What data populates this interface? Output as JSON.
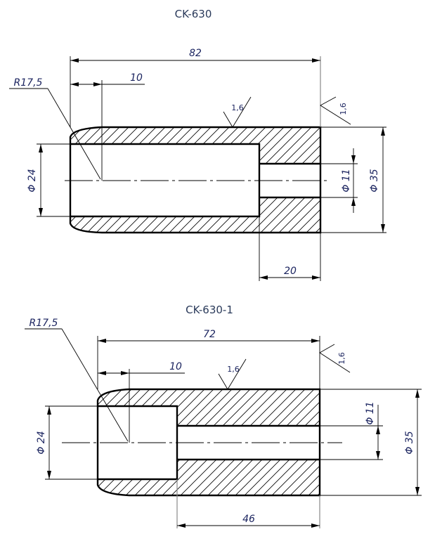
{
  "drawings": [
    {
      "title": "CK-630",
      "dims": {
        "length": "82",
        "chamfer_length": "10",
        "radius": "R17,5",
        "bore_diameter": "Φ 24",
        "hole_diameter": "Φ 11",
        "outer_diameter": "Φ 35",
        "hole_length": "20"
      },
      "roughness": [
        "1,6",
        "1,6"
      ]
    },
    {
      "title": "CK-630-1",
      "dims": {
        "length": "72",
        "chamfer_length": "10",
        "radius": "R17,5",
        "bore_diameter": "Φ 24",
        "hole_diameter": "Φ 11",
        "outer_diameter": "Φ 35",
        "hole_length": "46"
      },
      "roughness": [
        "1,6",
        "1,6"
      ]
    }
  ]
}
